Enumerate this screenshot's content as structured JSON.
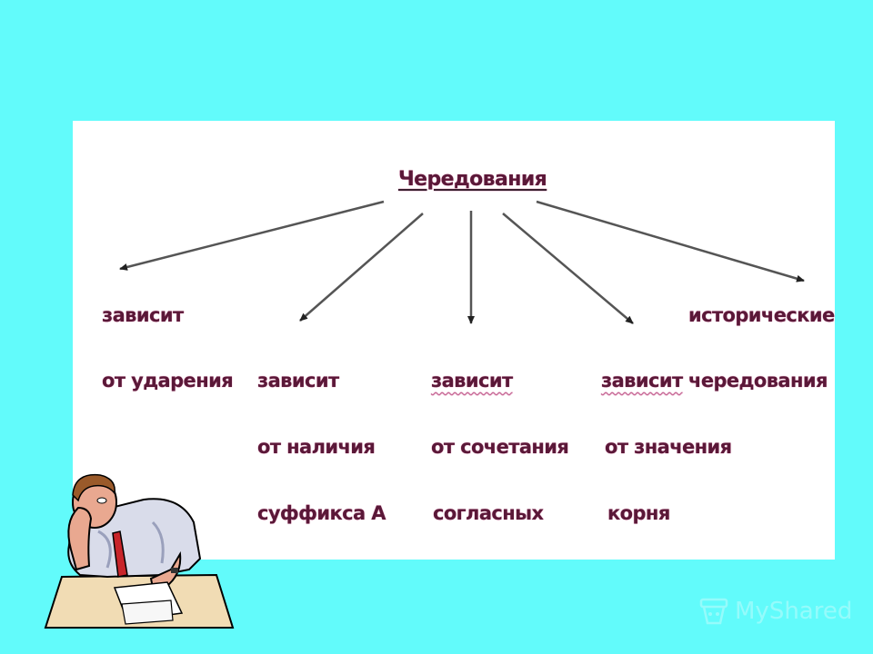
{
  "slide": {
    "background_color": "#62fbfb",
    "panel_color": "#ffffff",
    "text_color": "#5a1838"
  },
  "diagram": {
    "root": "Чередования",
    "branches": [
      {
        "lines": [
          "зависит",
          "от ударения"
        ]
      },
      {
        "lines": [
          "зависит",
          "от наличия",
          "суффикса А"
        ]
      },
      {
        "lines": [
          "зависит",
          "от сочетания",
          "согласных"
        ]
      },
      {
        "lines": [
          "зависит",
          "от значения",
          "корня"
        ]
      },
      {
        "lines": [
          "исторические",
          "чередования"
        ]
      }
    ]
  },
  "illustration": {
    "icon": "tired-man-at-desk-icon"
  },
  "watermark": {
    "text": "MyShared",
    "icon": "myshared-logo-icon"
  }
}
